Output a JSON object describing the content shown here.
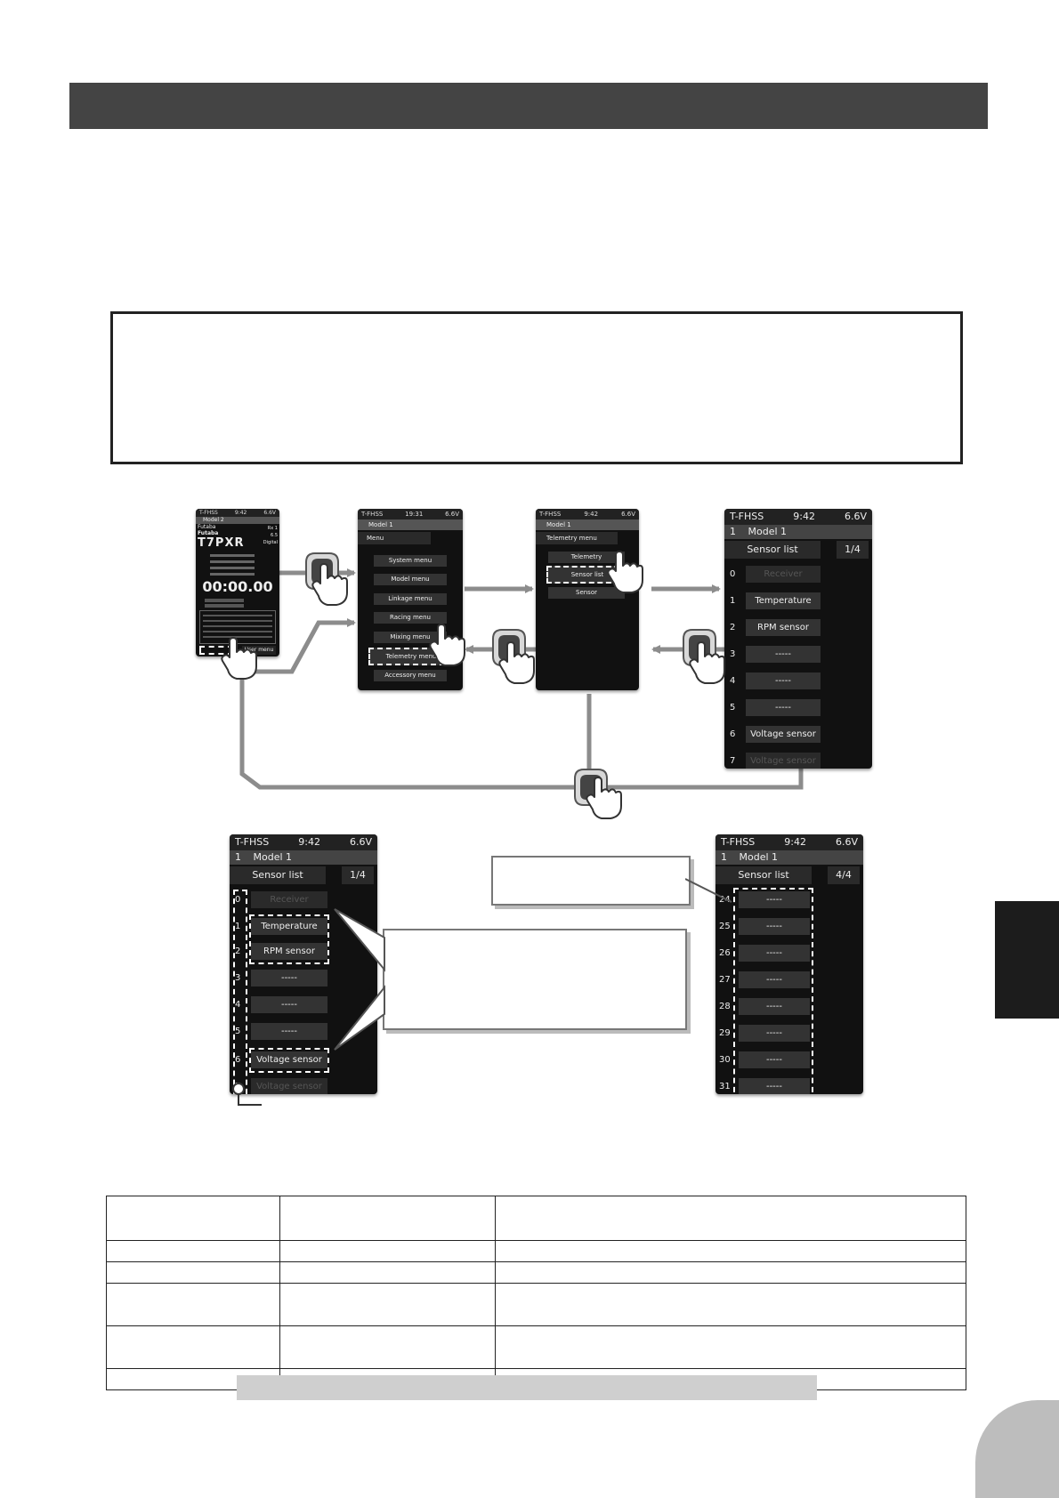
{
  "screens": {
    "home": {
      "status_left": "T-FHSS",
      "status_time": "9:42",
      "status_volt": "6.6V",
      "model": "Model 2",
      "brand": "Futaba",
      "product": "T7PXR",
      "logo": "Futaba",
      "title": "T7PXR",
      "rx_label": "Rx 1",
      "volt": "6.5",
      "mode": "Digital",
      "timer": "00:00.00",
      "menu_button": "User menu"
    },
    "menu": {
      "status_left": "T-FHSS",
      "status_time": "19:31",
      "status_volt": "6.6V",
      "model": "Model 1",
      "title": "Menu",
      "items": [
        "System menu",
        "Model menu",
        "Linkage menu",
        "Racing menu",
        "Mixing menu",
        "Telemetry menu",
        "Accessory menu"
      ]
    },
    "telemetry": {
      "status_left": "T-FHSS",
      "status_time": "9:42",
      "status_volt": "6.6V",
      "model": "Model 1",
      "title": "Telemetry menu",
      "items": [
        "Telemetry",
        "Sensor list",
        "Sensor"
      ]
    },
    "sensor_list_top": {
      "status_left": "T-FHSS",
      "status_time": "9:42",
      "status_volt": "6.6V",
      "model_num": "1",
      "model": "Model 1",
      "title": "Sensor list",
      "page": "1/4",
      "rows": [
        {
          "num": "0",
          "label": "Receiver",
          "dim": true
        },
        {
          "num": "1",
          "label": "Temperature",
          "dim": false
        },
        {
          "num": "2",
          "label": "RPM sensor",
          "dim": false
        },
        {
          "num": "3",
          "label": "-----",
          "dim": false
        },
        {
          "num": "4",
          "label": "-----",
          "dim": false
        },
        {
          "num": "5",
          "label": "-----",
          "dim": false
        },
        {
          "num": "6",
          "label": "Voltage sensor",
          "dim": false
        },
        {
          "num": "7",
          "label": "Voltage sensor",
          "dim": true
        }
      ]
    },
    "sensor_list_left": {
      "status_left": "T-FHSS",
      "status_time": "9:42",
      "status_volt": "6.6V",
      "model_num": "1",
      "model": "Model 1",
      "title": "Sensor list",
      "page": "1/4",
      "rows": [
        {
          "num": "0",
          "label": "Receiver",
          "dim": true
        },
        {
          "num": "1",
          "label": "Temperature",
          "dim": false
        },
        {
          "num": "2",
          "label": "RPM sensor",
          "dim": false
        },
        {
          "num": "3",
          "label": "-----",
          "dim": false
        },
        {
          "num": "4",
          "label": "-----",
          "dim": false
        },
        {
          "num": "5",
          "label": "-----",
          "dim": false
        },
        {
          "num": "6",
          "label": "Voltage sensor",
          "dim": false
        },
        {
          "num": "7",
          "label": "Voltage sensor",
          "dim": true
        }
      ]
    },
    "sensor_list_right": {
      "status_left": "T-FHSS",
      "status_time": "9:42",
      "status_volt": "6.6V",
      "model_num": "1",
      "model": "Model 1",
      "title": "Sensor list",
      "page": "4/4",
      "rows": [
        {
          "num": "24",
          "label": "-----"
        },
        {
          "num": "25",
          "label": "-----"
        },
        {
          "num": "26",
          "label": "-----"
        },
        {
          "num": "27",
          "label": "-----"
        },
        {
          "num": "28",
          "label": "-----"
        },
        {
          "num": "29",
          "label": "-----"
        },
        {
          "num": "30",
          "label": "-----"
        },
        {
          "num": "31",
          "label": "-----"
        }
      ]
    }
  },
  "colors": {
    "title_bar": "#444444",
    "side_tab": "#1c1c1c",
    "arrow": "#8c8c8c",
    "screen_bg": "#111111"
  }
}
